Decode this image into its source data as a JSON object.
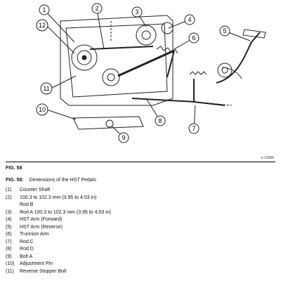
{
  "figure": {
    "callouts": [
      "1",
      "2",
      "3",
      "4",
      "5",
      "6",
      "7",
      "8",
      "9",
      "10",
      "11",
      "12"
    ],
    "code": "n-13066"
  },
  "fig_label": "FIG. 58",
  "caption": {
    "fig": "FIG. 58:",
    "title": "Dimensions of the HST Pedals"
  },
  "legend": [
    {
      "num": "(1)",
      "text": "Counter Shaft"
    },
    {
      "num": "(2)",
      "text": "100.3 to 102.3 mm (3.95 to 4.03 in)",
      "sub": "Rod B"
    },
    {
      "num": "(3)",
      "text": "Rod A 100.3 to 102.3 mm (3.95 to 4.03 in)"
    },
    {
      "num": "(4)",
      "text": "HST Arm (Forward)"
    },
    {
      "num": "(5)",
      "text": "HST Arm (Reverse)"
    },
    {
      "num": "(6)",
      "text": "Trunnion Arm"
    },
    {
      "num": "(7)",
      "text": "Rod C"
    },
    {
      "num": "(8)",
      "text": "Rod D"
    },
    {
      "num": "(9)",
      "text": "Bolt A"
    },
    {
      "num": "(10)",
      "text": "Adjustment Pin"
    },
    {
      "num": "(11)",
      "text": "Reverse Stopper Bolt"
    }
  ]
}
